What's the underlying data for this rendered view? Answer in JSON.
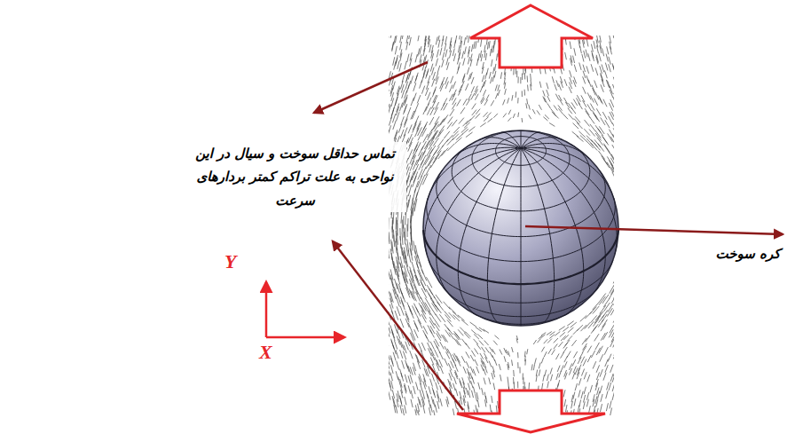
{
  "diagram": {
    "labels": [
      "تماس حداقل سوخت و سیال در این نواحی به علت تراکم کمتر بردارهای سرعت",
      "کره سوخت",
      "Y",
      "X"
    ]
  }
}
